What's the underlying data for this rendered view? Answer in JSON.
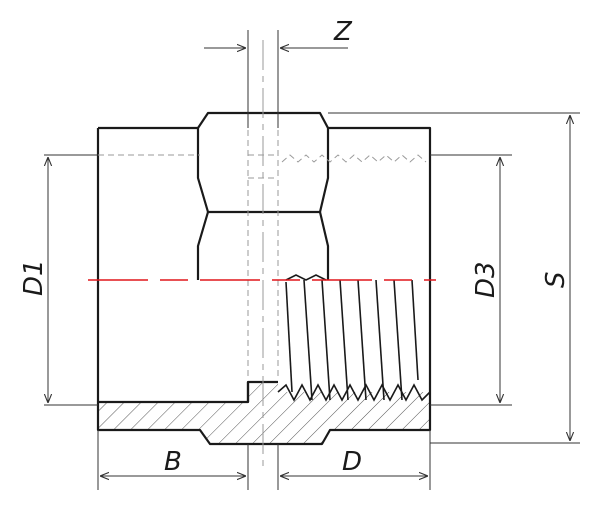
{
  "diagram": {
    "labels": {
      "z": "Z",
      "d1": "D1",
      "d3": "D3",
      "s": "S",
      "b": "B",
      "d": "D"
    },
    "colors": {
      "outline": "#1a1a1a",
      "centerline": "#e0161b",
      "hidden_line": "#9a9a9a",
      "dimension": "#333333"
    }
  }
}
